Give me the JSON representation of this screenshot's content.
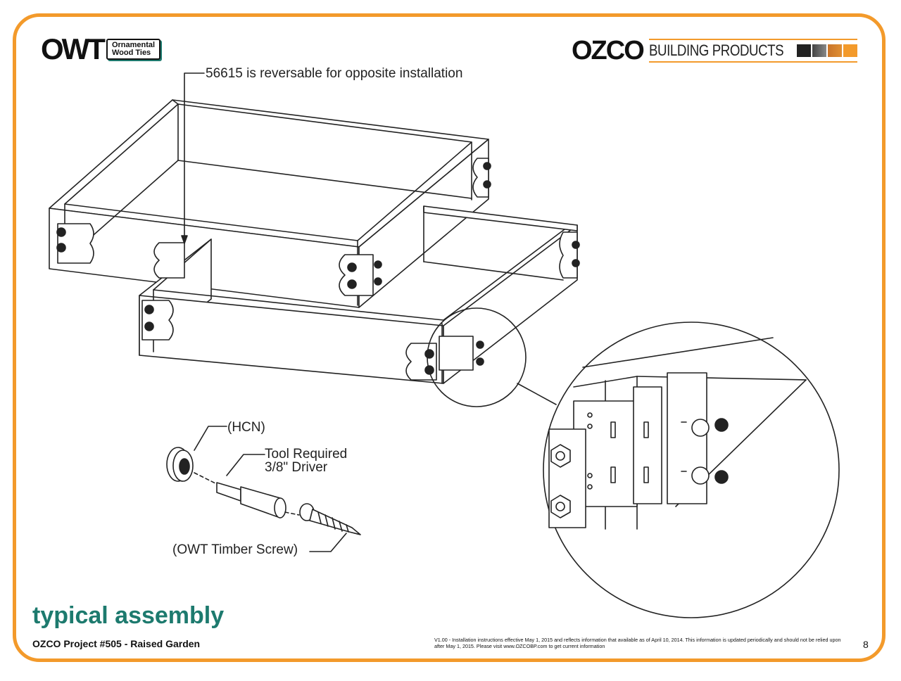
{
  "logos": {
    "owt": {
      "letters": "OWT",
      "line1": "Ornamental",
      "line2": "Wood Ties"
    },
    "ozco": {
      "name": "OZCO",
      "subtitle": "BUILDING PRODUCTS",
      "swatches": [
        "#222222",
        "#555555",
        "#d9822b",
        "#f39a2b"
      ]
    }
  },
  "callouts": {
    "reversible": "56615 is reversable for opposite installation",
    "hcn": "(HCN)",
    "tool_line1": "Tool Required",
    "tool_line2": "3/8\" Driver",
    "screw": "(OWT Timber Screw)"
  },
  "page": {
    "title": "typical assembly",
    "project": "OZCO Project #505 - Raised Garden",
    "disclaimer": "V1.00 - Installation instructions effective May 1, 2015 and reflects information that available as of April 10, 2014. This information is updated periodically and should not be relied upon after May 1, 2015. Please visit www.OZCOBP.com to get current information",
    "number": "8"
  },
  "colors": {
    "border": "#f39a2b",
    "accent": "#1d7a6e",
    "ink": "#222222"
  }
}
